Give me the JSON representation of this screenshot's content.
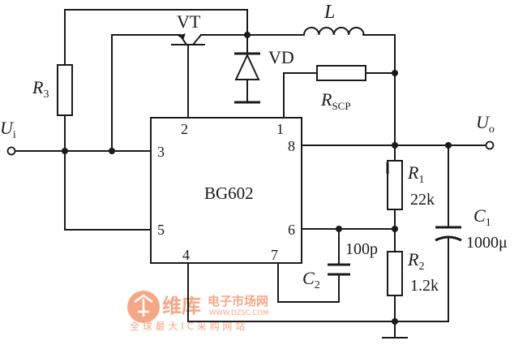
{
  "ic": {
    "name": "BG602",
    "pins": {
      "p1": "1",
      "p2": "2",
      "p3": "3",
      "p4": "4",
      "p5": "5",
      "p6": "6",
      "p7": "7",
      "p8": "8"
    }
  },
  "transistor": {
    "label": "VT"
  },
  "diode": {
    "label": "VD"
  },
  "inductor": {
    "label": "L"
  },
  "r3": {
    "label": "R",
    "sub": "3"
  },
  "rscp": {
    "label": "R",
    "sub": "SCP"
  },
  "r1": {
    "label": "R",
    "sub": "1",
    "value": "22k"
  },
  "r2": {
    "label": "R",
    "sub": "2",
    "value": "1.2k"
  },
  "c1": {
    "label": "C",
    "sub": "1",
    "value": "1000μ"
  },
  "c2": {
    "label": "C",
    "sub": "2",
    "value": "100p"
  },
  "input": {
    "label": "U",
    "sub": "i"
  },
  "output": {
    "label": "U",
    "sub": "o"
  },
  "watermark": {
    "brand": "维库",
    "site": "电子市场网",
    "url": "WWW.DZSC.COM",
    "slogan": "全 球 最 大 I C 采 购 网 站"
  }
}
